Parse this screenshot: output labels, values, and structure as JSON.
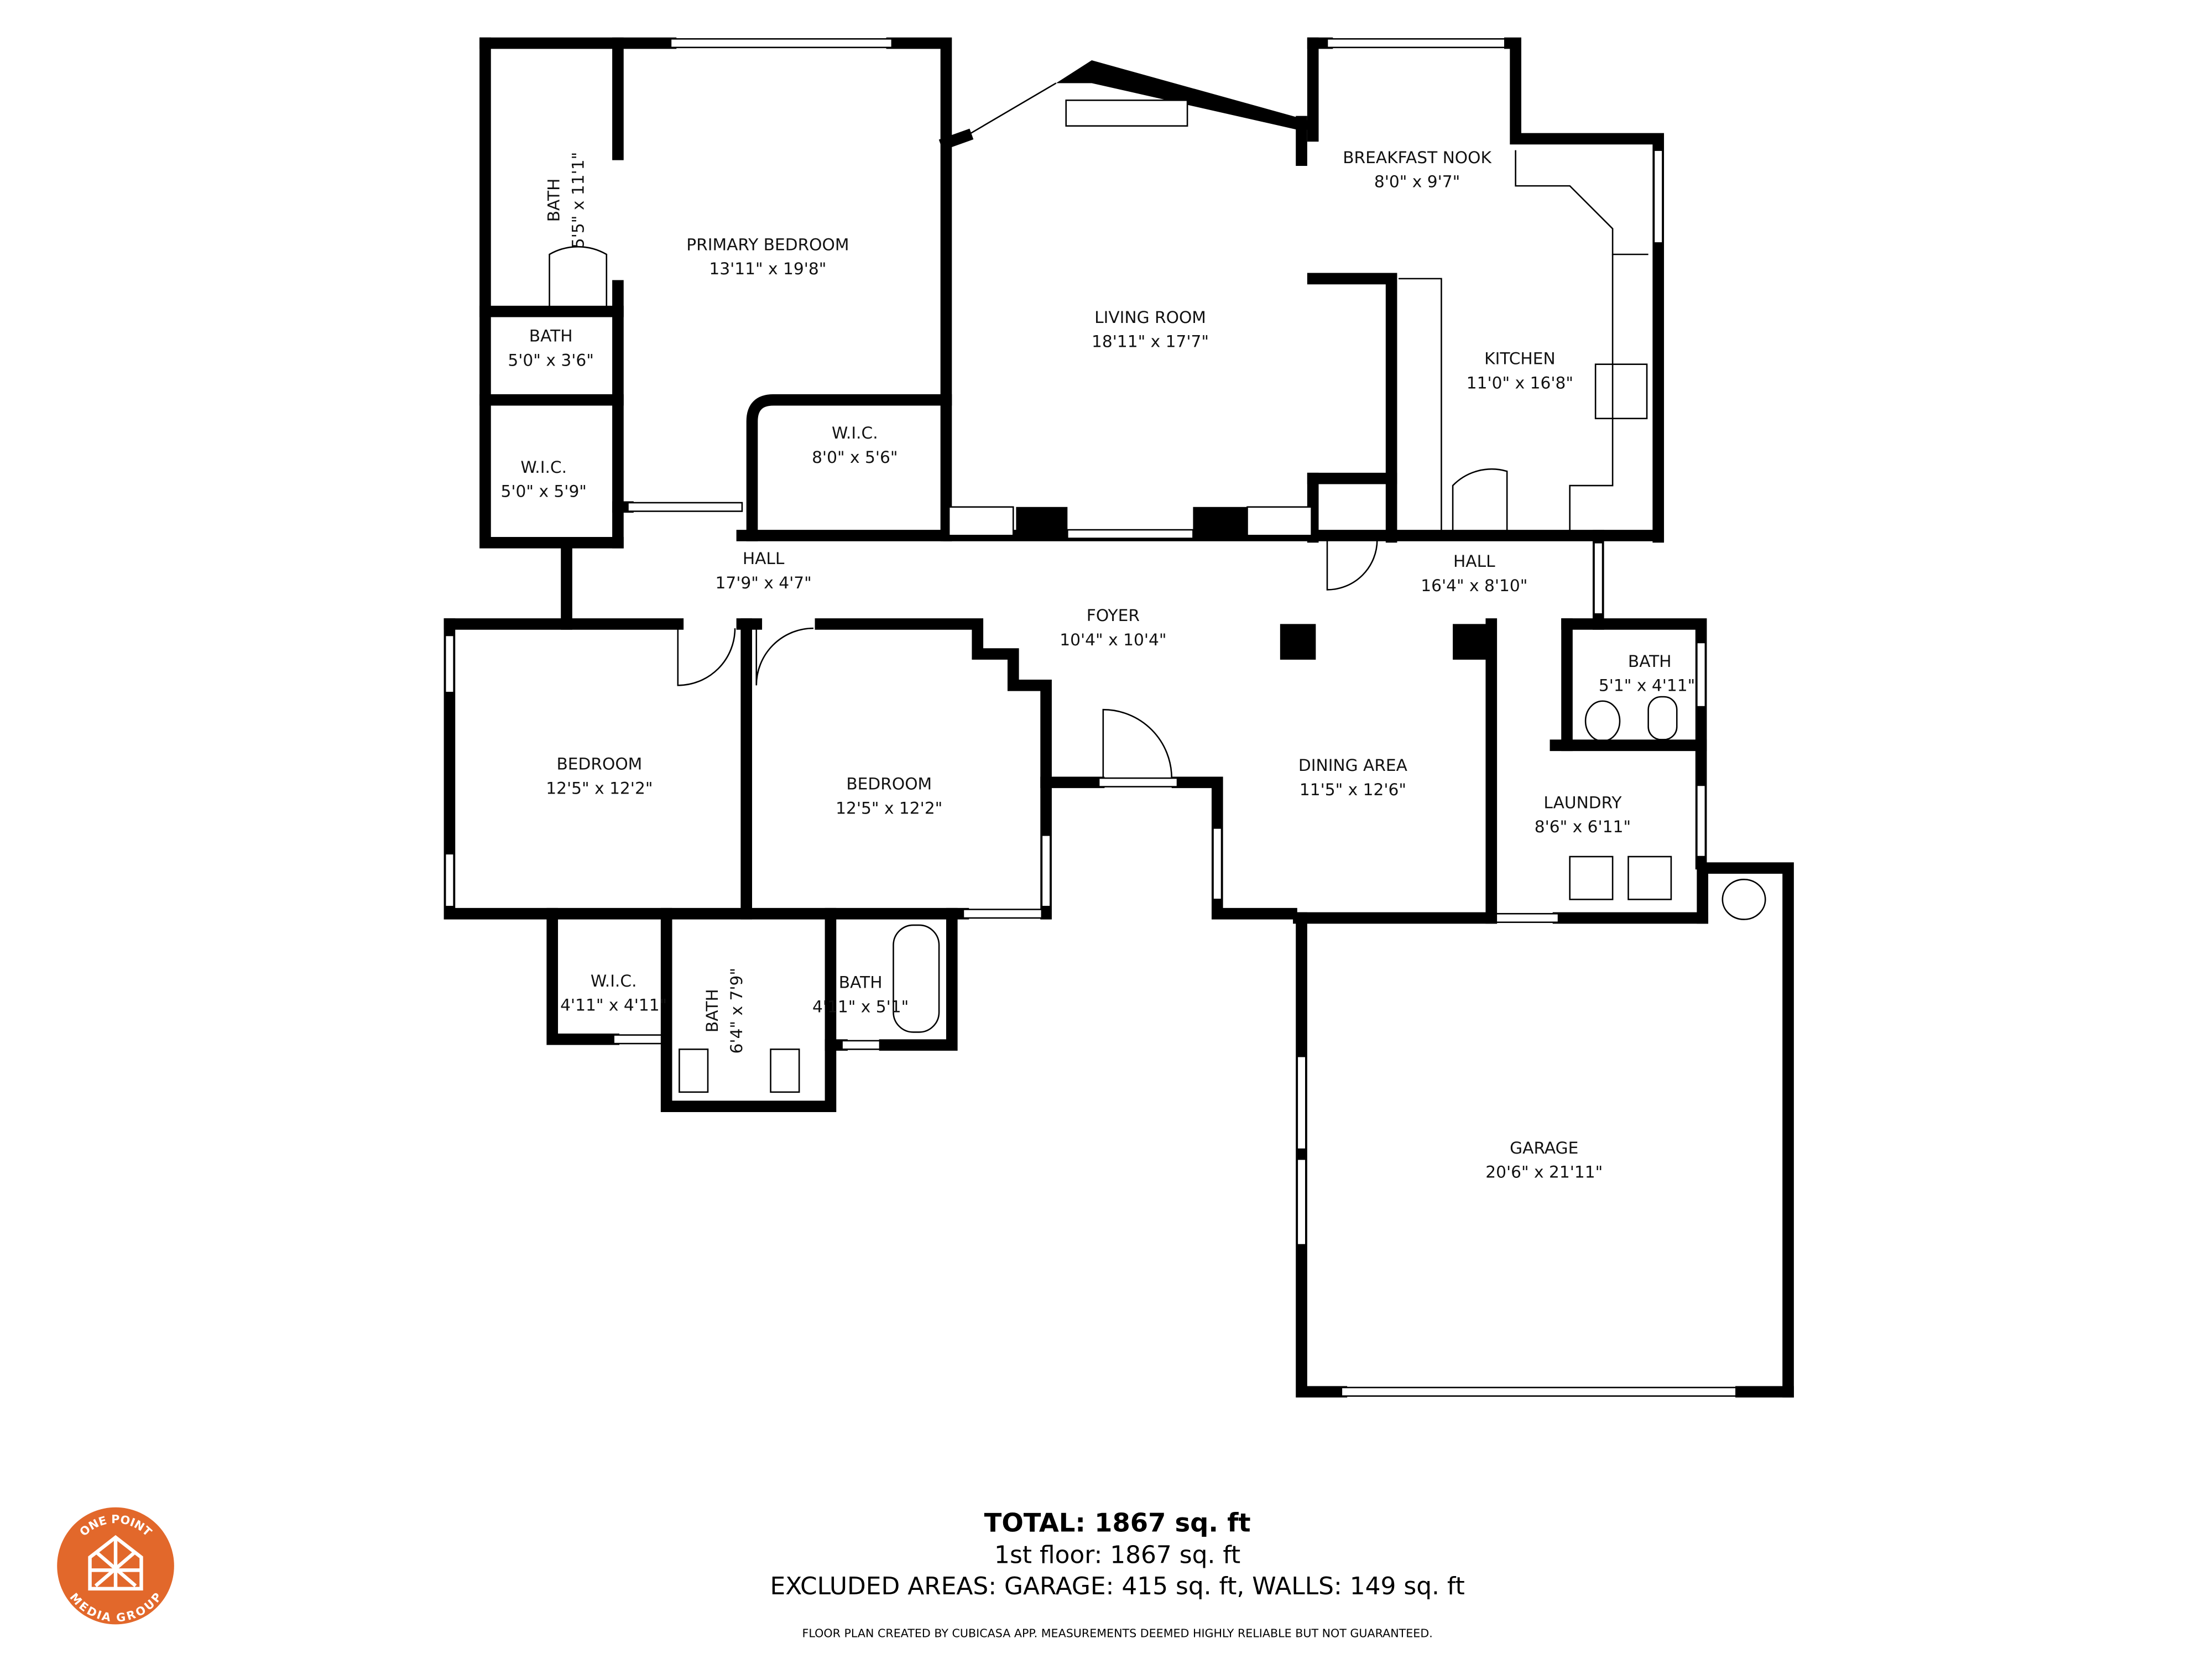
{
  "rooms": [
    {
      "name": "PRIMARY BEDROOM",
      "dims": "13'11\" x 19'8\""
    },
    {
      "name": "BATH",
      "dims": "5'5\" x 11'1\""
    },
    {
      "name": "BATH",
      "dims": "5'0\" x 3'6\""
    },
    {
      "name": "W.I.C.",
      "dims": "5'0\" x 5'9\""
    },
    {
      "name": "W.I.C.",
      "dims": "8'0\" x 5'6\""
    },
    {
      "name": "LIVING ROOM",
      "dims": "18'11\" x 17'7\""
    },
    {
      "name": "BREAKFAST NOOK",
      "dims": "8'0\" x 9'7\""
    },
    {
      "name": "KITCHEN",
      "dims": "11'0\" x 16'8\""
    },
    {
      "name": "HALL",
      "dims": "17'9\" x 4'7\""
    },
    {
      "name": "FOYER",
      "dims": "10'4\" x 10'4\""
    },
    {
      "name": "HALL",
      "dims": "16'4\" x 8'10\""
    },
    {
      "name": "BEDROOM",
      "dims": "12'5\" x 12'2\""
    },
    {
      "name": "BEDROOM",
      "dims": "12'5\" x 12'2\""
    },
    {
      "name": "DINING AREA",
      "dims": "11'5\" x 12'6\""
    },
    {
      "name": "BATH",
      "dims": "5'1\" x 4'11\""
    },
    {
      "name": "LAUNDRY",
      "dims": "8'6\" x 6'11\""
    },
    {
      "name": "W.I.C.",
      "dims": "4'11\" x 4'11\""
    },
    {
      "name": "BATH",
      "dims": "6'4\" x 7'9\""
    },
    {
      "name": "BATH",
      "dims": "4'11\" x 5'1\""
    },
    {
      "name": "GARAGE",
      "dims": "20'6\" x 21'11\""
    }
  ],
  "summary": {
    "total": "TOTAL: 1867 sq. ft",
    "floor": "1st floor: 1867 sq. ft",
    "excluded": "EXCLUDED AREAS: GARAGE: 415 sq. ft, WALLS: 149 sq. ft",
    "disclaimer": "FLOOR PLAN CREATED BY CUBICASA APP. MEASUREMENTS DEEMED HIGHLY RELIABLE BUT NOT GUARANTEED."
  },
  "logo": {
    "top_text": "ONE POINT",
    "bottom_text": "MEDIA GROUP",
    "color": "#e2682b"
  }
}
